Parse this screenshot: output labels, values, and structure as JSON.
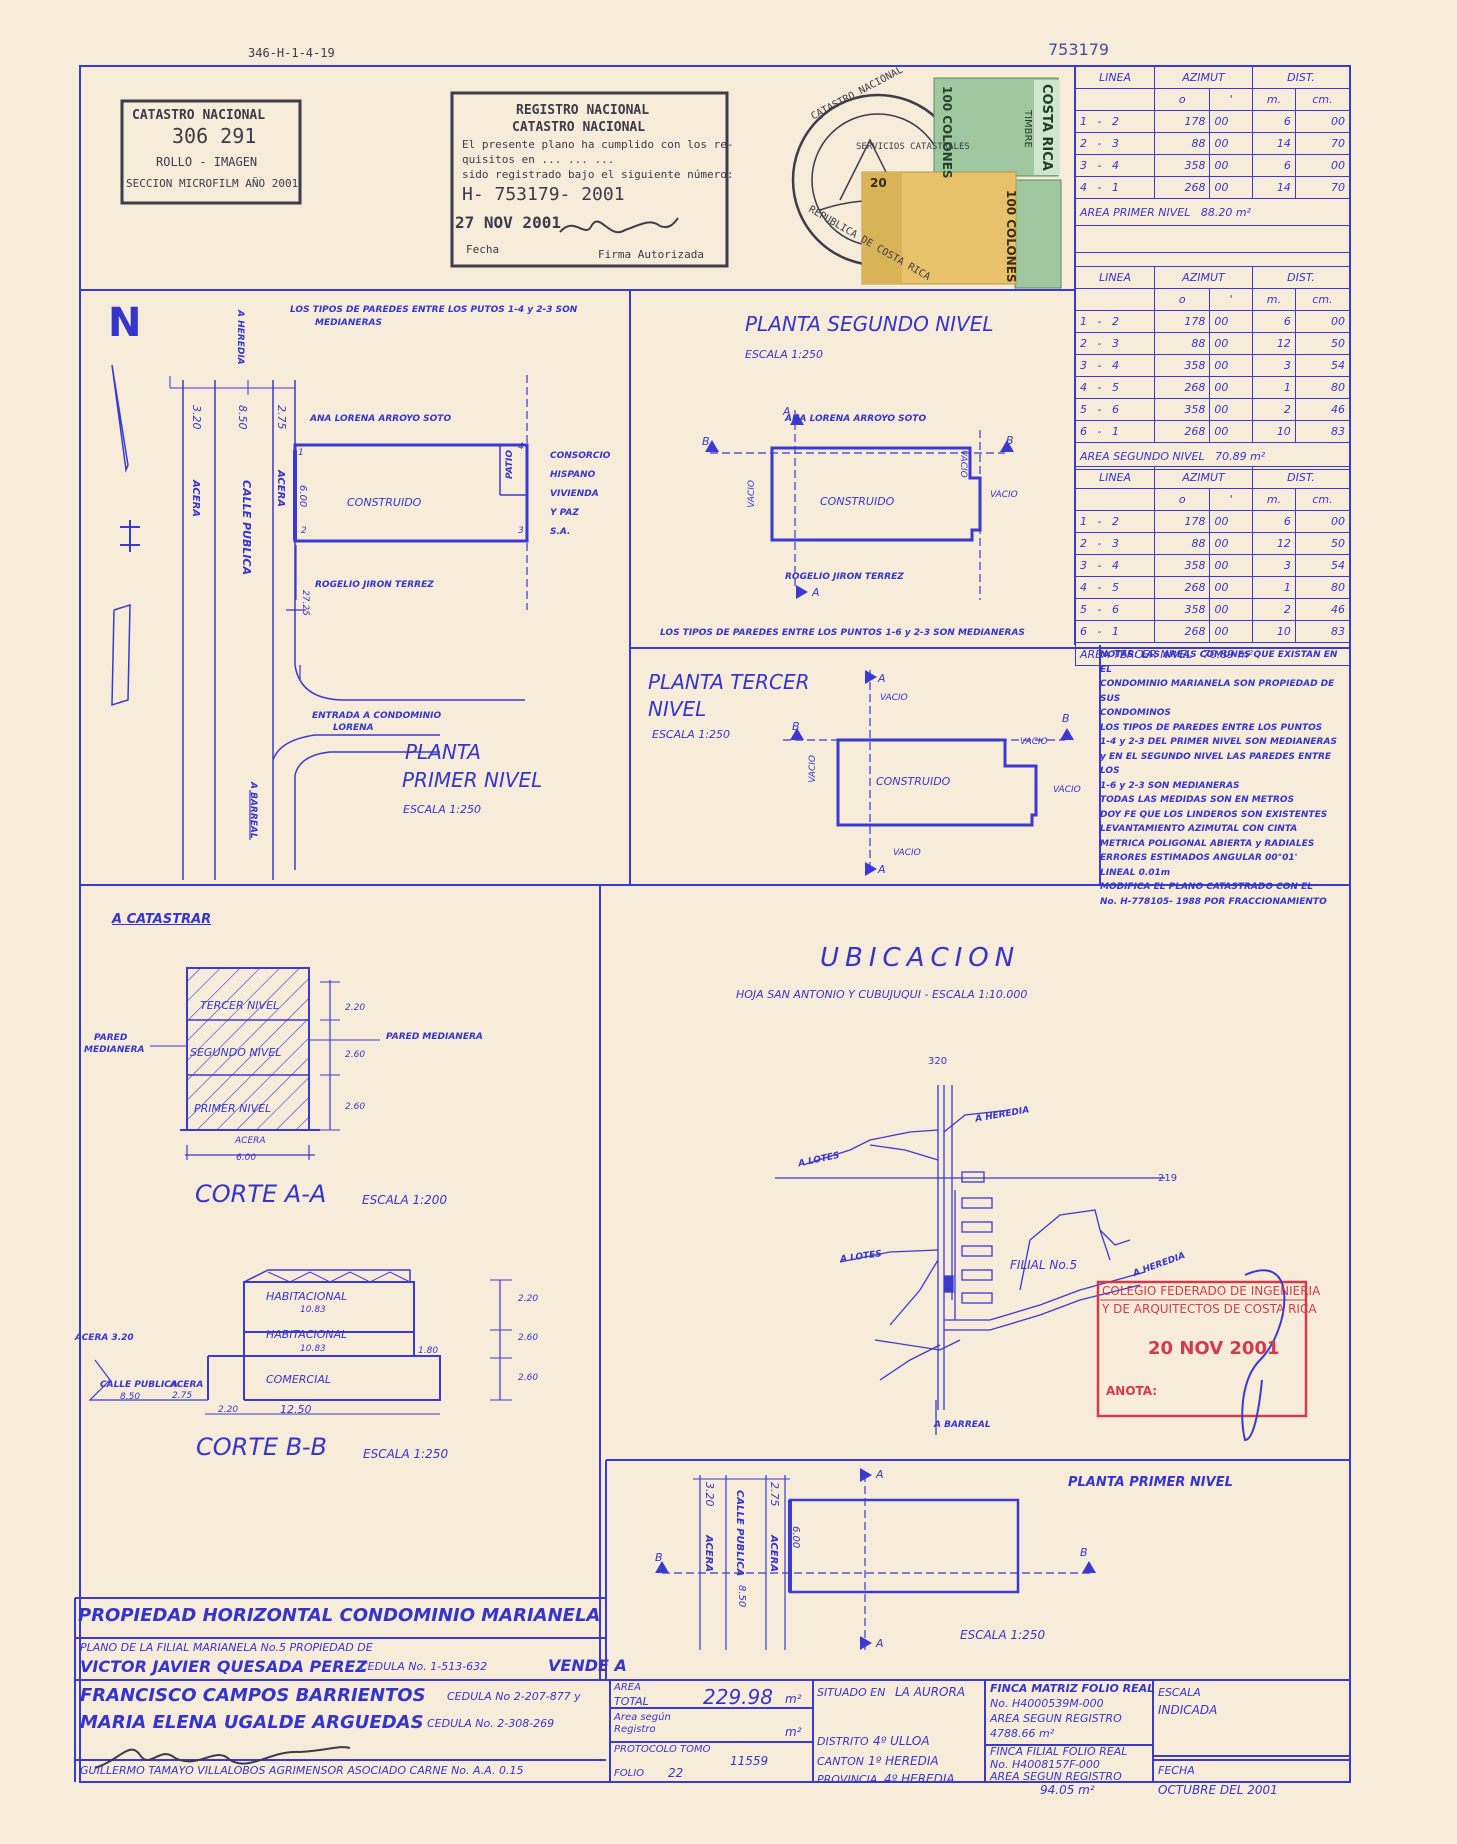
{
  "header": {
    "ref_left": "346-H-1-4-19",
    "ref_right": "753179",
    "catastro_box": {
      "title": "CATASTRO NACIONAL",
      "number": "306 291",
      "rollo": "ROLLO - IMAGEN",
      "seccion": "SECCION MICROFILM AÑO 2001"
    },
    "registro_stamp": {
      "line1": "REGISTRO NACIONAL",
      "line2": "CATASTRO NACIONAL",
      "text1": "El presente plano ha cumplido con los re-",
      "text2": "quisitos en ... ... ...",
      "text3": "sido registrado bajo el siguiente número:",
      "number": "H- 753179- 2001",
      "date": "27 NOV 2001",
      "fecha": "Fecha",
      "firma": "Firma Autorizada"
    },
    "round_seal": {
      "top": "CATASTRO NACIONAL",
      "center": "SERVICIOS CATASTRALES",
      "bottom": "REPUBLICA DE COSTA RICA"
    },
    "timbre": {
      "value1": "100 COLONES",
      "value2": "100 COLONES",
      "country": "COSTA RICA",
      "label": "TIMBRE",
      "overprint": "20"
    }
  },
  "tabla1": {
    "headers": [
      "LINEA",
      "AZIMUT",
      "DIST.",
      "o",
      "'",
      "m.",
      "cm."
    ],
    "rows": [
      [
        "1",
        "-",
        "2",
        "178",
        "00",
        "6",
        "00"
      ],
      [
        "2",
        "-",
        "3",
        "88",
        "00",
        "14",
        "70"
      ],
      [
        "3",
        "-",
        "4",
        "358",
        "00",
        "6",
        "00"
      ],
      [
        "4",
        "-",
        "1",
        "268",
        "00",
        "14",
        "70"
      ]
    ],
    "area_label": "AREA PRIMER NIVEL",
    "area_value": "88.20 m²"
  },
  "tabla2": {
    "rows": [
      [
        "1",
        "-",
        "2",
        "178",
        "00",
        "6",
        "00"
      ],
      [
        "2",
        "-",
        "3",
        "88",
        "00",
        "12",
        "50"
      ],
      [
        "3",
        "-",
        "4",
        "358",
        "00",
        "3",
        "54"
      ],
      [
        "4",
        "-",
        "5",
        "268",
        "00",
        "1",
        "80"
      ],
      [
        "5",
        "-",
        "6",
        "358",
        "00",
        "2",
        "46"
      ],
      [
        "6",
        "-",
        "1",
        "268",
        "00",
        "10",
        "83"
      ]
    ],
    "area_label": "AREA SEGUNDO NIVEL",
    "area_value": "70.89 m²"
  },
  "tabla3": {
    "rows": [
      [
        "1",
        "-",
        "2",
        "178",
        "00",
        "6",
        "00"
      ],
      [
        "2",
        "-",
        "3",
        "88",
        "00",
        "12",
        "50"
      ],
      [
        "3",
        "-",
        "4",
        "358",
        "00",
        "3",
        "54"
      ],
      [
        "4",
        "-",
        "5",
        "268",
        "00",
        "1",
        "80"
      ],
      [
        "5",
        "-",
        "6",
        "358",
        "00",
        "2",
        "46"
      ],
      [
        "6",
        "-",
        "1",
        "268",
        "00",
        "10",
        "83"
      ]
    ],
    "area_label": "AREA TERCER NIVEL",
    "area_value": "70.89 m²"
  },
  "notas": [
    "NOTAS: LAS AREAS COMUNES QUE EXISTAN EN EL",
    "CONDOMINIO MARIANELA SON PROPIEDAD DE SUS",
    "CONDOMINOS",
    "LOS TIPOS DE PAREDES ENTRE LOS PUNTOS",
    "1-4 y 2-3 DEL PRIMER NIVEL SON MEDIANERAS",
    "y EN EL SEGUNDO NIVEL LAS PAREDES ENTRE LOS",
    "1-6 y 2-3 SON MEDIANERAS",
    "TODAS LAS MEDIDAS SON EN METROS",
    "DOY FE QUE LOS LINDEROS SON EXISTENTES",
    "LEVANTAMIENTO AZIMUTAL CON CINTA",
    "METRICA POLIGONAL ABIERTA y RADIALES",
    "ERRORES ESTIMADOS ANGULAR 00°01'",
    "LINEAL 0.01m",
    "MODIFICA EL PLANO CATASTRADO CON EL",
    "No. H-778105- 1988 POR FRACCIONAMIENTO"
  ],
  "planta1": {
    "north": "N",
    "note1": "LOS TIPOS DE PAREDES ENTRE LOS PUTOS 1-4 y 2-3 SON",
    "note2": "MEDIANERAS",
    "a_heredia": "A HEREDIA",
    "a_barreal": "A BARREAL",
    "dim_320": "3.20",
    "dim_850": "8.50",
    "dim_275": "2.75",
    "dim_600": "6.00",
    "dim_2725": "27.25",
    "acera1": "ACERA",
    "calle": "CALLE PUBLICA",
    "acera2": "ACERA",
    "lindero_n": "ANA LORENA ARROYO SOTO",
    "lindero_s": "ROGELIO JIRON TERREZ",
    "consorcio": [
      "CONSORCIO",
      "HISPANO",
      "VIVIENDA",
      "Y PAZ",
      "S.A."
    ],
    "patio": "PATIO",
    "construido": "CONSTRUIDO",
    "entrada": "ENTRADA A CONDOMINIO",
    "entrada2": "LORENA",
    "title1": "PLANTA",
    "title2": "PRIMER NIVEL",
    "escala": "ESCALA 1:250",
    "p1": "1",
    "p2": "2",
    "p3": "3",
    "p4": "4"
  },
  "planta2": {
    "title": "PLANTA SEGUNDO NIVEL",
    "escala": "ESCALA 1:250",
    "lindero_n": "ANA LORENA ARROYO SOTO",
    "lindero_s": "ROGELIO JIRON TERREZ",
    "vacio": "VACIO",
    "construido": "CONSTRUIDO",
    "note": "LOS TIPOS DE PAREDES ENTRE LOS PUNTOS 1-6 y 2-3 SON MEDIANERAS",
    "a": "A",
    "b": "B"
  },
  "planta3": {
    "title1": "PLANTA TERCER",
    "title2": "NIVEL",
    "escala": "ESCALA 1:250",
    "vacio": "VACIO",
    "construido": "CONSTRUIDO",
    "a": "A",
    "b": "B"
  },
  "corte_aa": {
    "heading": "A CATASTRAR",
    "tercer": "TERCER NIVEL",
    "segundo": "SEGUNDO NIVEL",
    "primer": "PRIMER NIVEL",
    "pared_l1": "PARED",
    "pared_l2": "MEDIANERA",
    "pared_r": "PARED MEDIANERA",
    "h1": "2.20",
    "h2": "2.60",
    "h3": "2.60",
    "acera": "ACERA",
    "w": "6.00",
    "title": "CORTE A-A",
    "escala": "ESCALA 1:200"
  },
  "corte_bb": {
    "hab1": "HABITACIONAL",
    "hab1_w": "10.83",
    "hab2": "HABITACIONAL",
    "hab2_w": "10.83",
    "comercial": "COMERCIAL",
    "acera320": "ACERA 3.20",
    "calle": "CALLE PUBLICA",
    "acera": "ACERA",
    "d850": "8.50",
    "d275": "2.75",
    "d220": "2.20",
    "d1250": "12.50",
    "d180": "1.80",
    "h1": "2.20",
    "h2": "2.60",
    "h3": "2.60",
    "title": "CORTE B-B",
    "escala": "ESCALA 1:250"
  },
  "ubicacion": {
    "title": "UBICACION",
    "subtitle": "HOJA SAN ANTONIO Y CUBUJUQUI - ESCALA 1:10.000",
    "n320": "320",
    "n219": "219",
    "a_heredia1": "A HEREDIA",
    "a_lotes1": "A LOTES",
    "a_lotes2": "A LOTES",
    "filial": "FILIAL No.5",
    "a_heredia2": "A HEREDIA",
    "a_barreal": "A BARREAL"
  },
  "colegio_stamp": {
    "line1": "COLEGIO FEDERADO DE INGENIERIA",
    "line2": "Y DE ARQUITECTOS DE COSTA RICA",
    "date": "20 NOV 2001",
    "anota": "ANOTA:"
  },
  "planta_primer_small": {
    "title": "PLANTA PRIMER NIVEL",
    "escala": "ESCALA 1:250",
    "d320": "3.20",
    "calle": "CALLE PUBLICA",
    "d275": "2.75",
    "acera1": "ACERA",
    "acera2": "ACERA",
    "d850": "8.50",
    "d600": "6.00",
    "a": "A",
    "b": "B"
  },
  "titleblock": {
    "proyecto": "PROPIEDAD HORIZONTAL CONDOMINIO MARIANELA",
    "plano": "PLANO DE LA FILIAL MARIANELA No.5 PROPIEDAD DE",
    "propietario": "VICTOR JAVIER QUESADA PEREZ",
    "ced_prop": "CEDULA No. 1-513-632",
    "vende": "VENDE A",
    "comprador1": "FRANCISCO CAMPOS BARRIENTOS",
    "ced1": "CEDULA No 2-207-877 y",
    "comprador2": "MARIA ELENA UGALDE ARGUEDAS",
    "ced2": "CEDULA No. 2-308-269",
    "agrimensor": "GUILLERMO TAMAYO VILLALOBOS AGRIMENSOR ASOCIADO CARNE No. A.A. 0.15",
    "area_label": "AREA",
    "total_label": "TOTAL",
    "area_total": "229.98",
    "m2": "m²",
    "area_segun": "Area según",
    "registro": "Registro",
    "m2b": "m²",
    "protocolo": "PROTOCOLO TOMO",
    "tomo": "11559",
    "folio_label": "FOLIO",
    "folio": "22",
    "situado": "SITUADO EN",
    "lugar": "LA AURORA",
    "distrito_l": "DISTRITO",
    "distrito": "4º ULLOA",
    "canton_l": "CANTON",
    "canton": "1º HEREDIA",
    "provincia_l": "PROVINCIA",
    "provincia": "4º HEREDIA",
    "finca_matriz": "FINCA MATRIZ FOLIO REAL",
    "finca_no": "No. H4000539M-000",
    "area_reg": "AREA SEGUN REGISTRO",
    "area_reg_v": "4788.66 m²",
    "finca_filial": "FINCA FILIAL FOLIO REAL",
    "filial_no": "No. H4008157F-000",
    "area_reg2": "AREA SEGUN REGISTRO",
    "area_reg2_v": "94.05 m²",
    "escala_l": "ESCALA",
    "escala": "INDICADA",
    "fecha_l": "FECHA",
    "fecha": "OCTUBRE DEL 2001"
  }
}
